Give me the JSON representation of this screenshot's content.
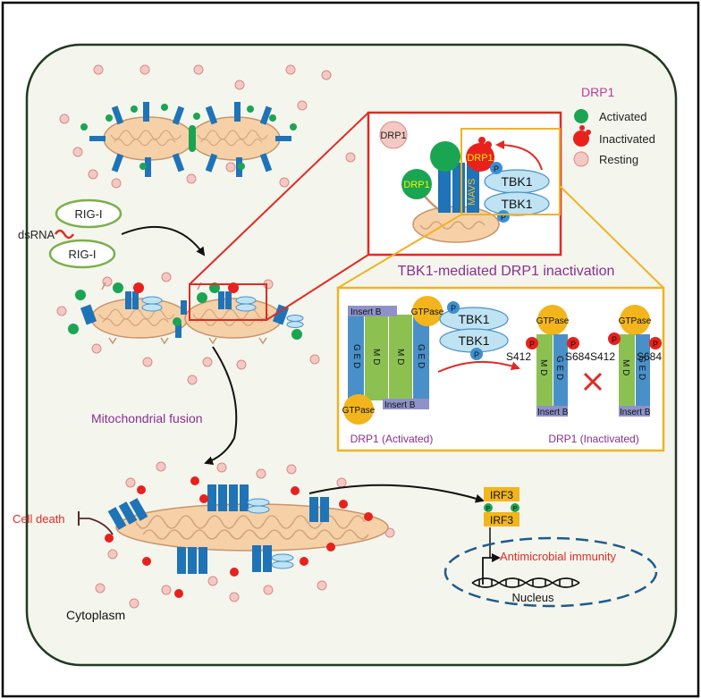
{
  "legend": {
    "title": "DRP1",
    "activated": "Activated",
    "inactivated": "Inactivated",
    "resting": "Resting"
  },
  "labels": {
    "rig_i_1": "RIG-I",
    "rig_i_2": "RIG-I",
    "dsrna": "dsRNA",
    "mito_fusion": "Mitochondrial fusion",
    "cell_death": "Cell death",
    "cytoplasm": "Cytoplasm",
    "nucleus": "Nucleus",
    "antimicrobial": "Antimicrobial immunity",
    "irf3_top": "IRF3",
    "irf3_bottom": "IRF3",
    "p": "P"
  },
  "zoom_red": {
    "drp1_resting": "DRP1",
    "drp1_active": "DRP1",
    "drp1_inactive": "DRP1",
    "mavs": "MAVS",
    "tbk1_a": "TBK1",
    "tbk1_b": "TBK1"
  },
  "zoom_yellow": {
    "title": "TBK1-mediated DRP1 inactivation",
    "insert_b": "Insert B",
    "gtpase": "GTPase",
    "ged": "G E D",
    "md": "M D",
    "tbk1_a": "TBK1",
    "tbk1_b": "TBK1",
    "s412": "S412",
    "s684": "S684",
    "drp1_activated": "DRP1 (Activated)",
    "drp1_inactivated": "DRP1 (Inactivated)"
  },
  "colors": {
    "activated": "#1aa552",
    "inactivated": "#e8211d",
    "resting": "#f4c9c4",
    "mito_fill": "#f6d1a8",
    "mito_stroke": "#c8956a",
    "mavs": "#1f73b7",
    "tbk1": "#bfe3f3",
    "red_box": "#e22a24",
    "yellow_box": "#f0b323",
    "purple_text": "#8b2f8f",
    "magenta_text": "#c0399a",
    "md_green": "#8cc152",
    "ged_blue": "#4a90c8",
    "insert_purple": "#8e92c9",
    "gtpase_yellow": "#f2b51c"
  }
}
